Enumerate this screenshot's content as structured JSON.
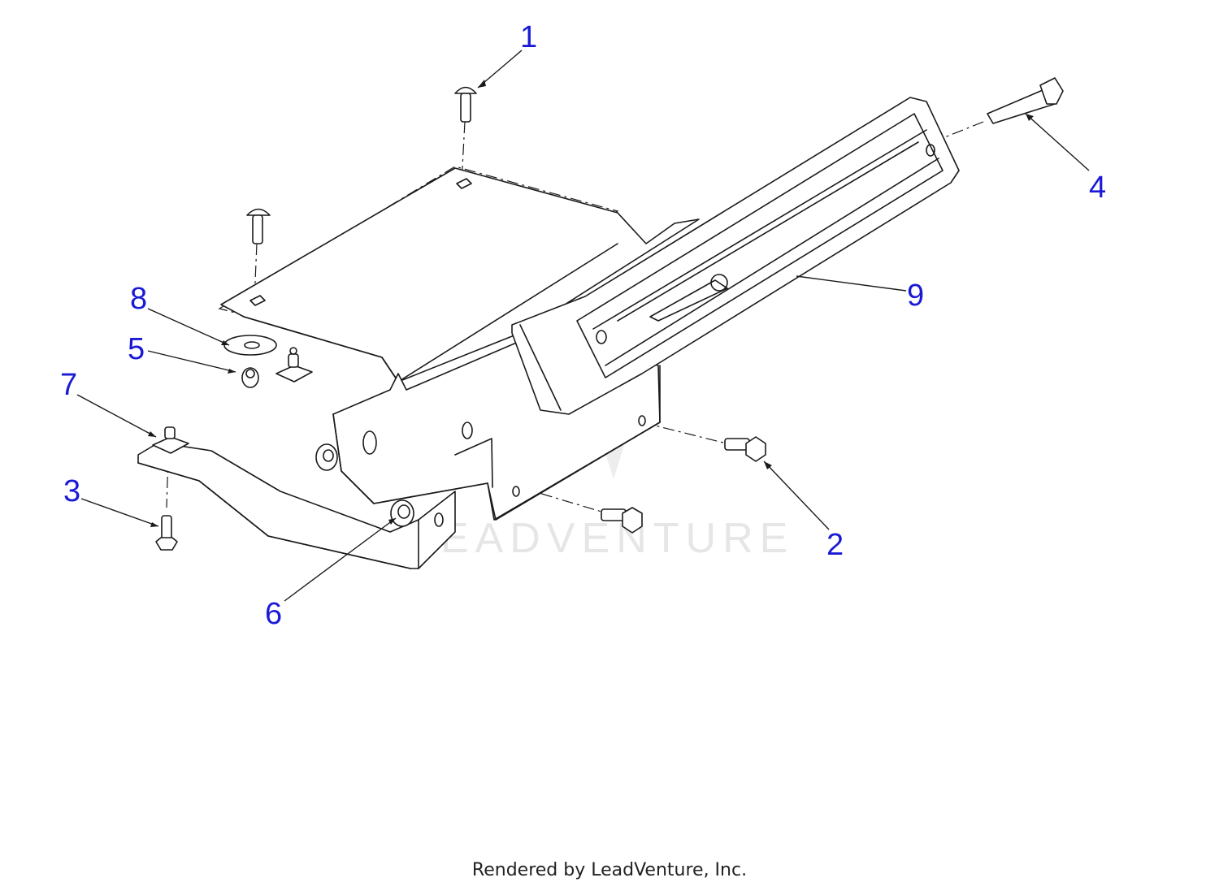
{
  "diagram": {
    "callouts": [
      {
        "id": "1",
        "label": "1"
      },
      {
        "id": "2",
        "label": "2"
      },
      {
        "id": "3",
        "label": "3"
      },
      {
        "id": "4",
        "label": "4"
      },
      {
        "id": "5",
        "label": "5"
      },
      {
        "id": "6",
        "label": "6"
      },
      {
        "id": "7",
        "label": "7"
      },
      {
        "id": "8",
        "label": "8"
      },
      {
        "id": "9",
        "label": "9"
      }
    ],
    "watermark": "LEADVENTURE",
    "footer": "Rendered by LeadVenture, Inc.",
    "colors": {
      "callout": "#1a1ad6",
      "line": "#1a1a1a",
      "watermark": "#e6e6e6"
    }
  }
}
